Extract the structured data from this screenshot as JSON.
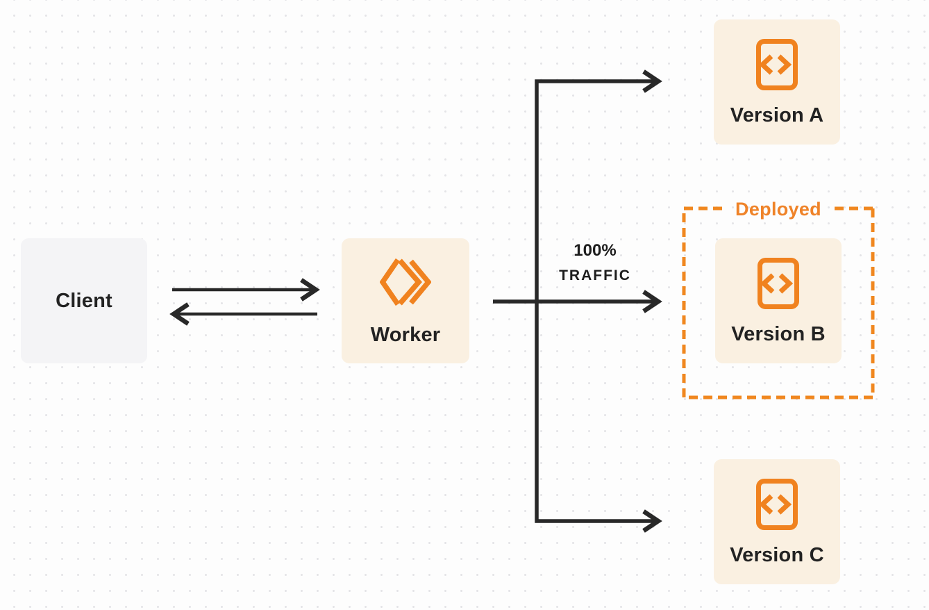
{
  "diagram": {
    "title": "worker-traffic-routing-diagram",
    "nodes": {
      "client": {
        "label": "Client"
      },
      "worker": {
        "label": "Worker"
      },
      "versions": [
        {
          "label": "Version A"
        },
        {
          "label": "Version B"
        },
        {
          "label": "Version C"
        }
      ]
    },
    "annotations": {
      "deployed": "Deployed",
      "traffic_pct": "100%",
      "traffic_word": "TRAFFIC"
    },
    "icons": {
      "worker": "cloudflare-workers-icon",
      "version": "code-file-icon"
    },
    "colors": {
      "orange": "#f0821f",
      "cream_box": "#faf0e1",
      "gray_box": "#f4f4f6",
      "arrow_ink": "#282828",
      "text_ink": "#222222",
      "background": "#fdfdfd",
      "dot_grid": "#e4e4e7"
    }
  }
}
